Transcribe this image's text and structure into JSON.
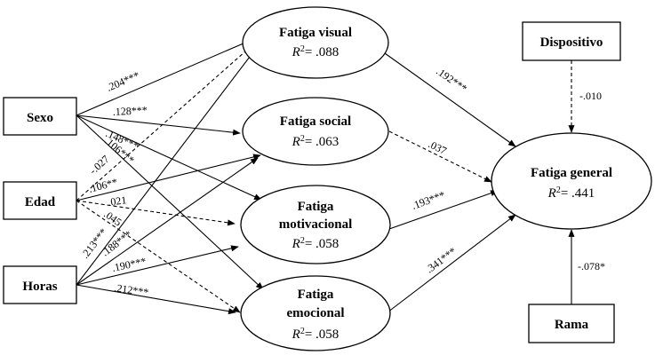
{
  "nodes": {
    "sexo": {
      "label": "Sexo"
    },
    "edad": {
      "label": "Edad"
    },
    "horas": {
      "label": "Horas"
    },
    "fatiga_visual": {
      "label": "Fatiga visual",
      "r2": "= .088"
    },
    "fatiga_social": {
      "label": "Fatiga social",
      "r2": "= .063"
    },
    "fatiga_motivacional": {
      "label_line1": "Fatiga",
      "label_line2": "motivacional",
      "r2": "= .058"
    },
    "fatiga_emocional": {
      "label_line1": "Fatiga",
      "label_line2": "emocional",
      "r2": "= .058"
    },
    "fatiga_general": {
      "label": "Fatiga general",
      "r2": "= .441"
    },
    "dispositivo": {
      "label": "Dispositivo"
    },
    "rama": {
      "label": "Rama"
    }
  },
  "r2_symbol": "R",
  "r2_exp": "2",
  "paths": {
    "sexo_visual": ".204***",
    "sexo_social": ".128***",
    "sexo_motivacional": ".148***",
    "sexo_emocional": ".106***",
    "edad_visual": "-.027",
    "edad_social": ".106**",
    "edad_motivacional": ".021",
    "edad_emocional": ".045",
    "horas_visual": ".213***",
    "horas_social": ".188***",
    "horas_motivacional": ".190***",
    "horas_emocional": ".212***",
    "visual_general": ".192***",
    "social_general": ".037",
    "motivacional_general": ".193***",
    "emocional_general": ".341***",
    "dispositivo_general": "-.010",
    "rama_general": "-.078*"
  }
}
